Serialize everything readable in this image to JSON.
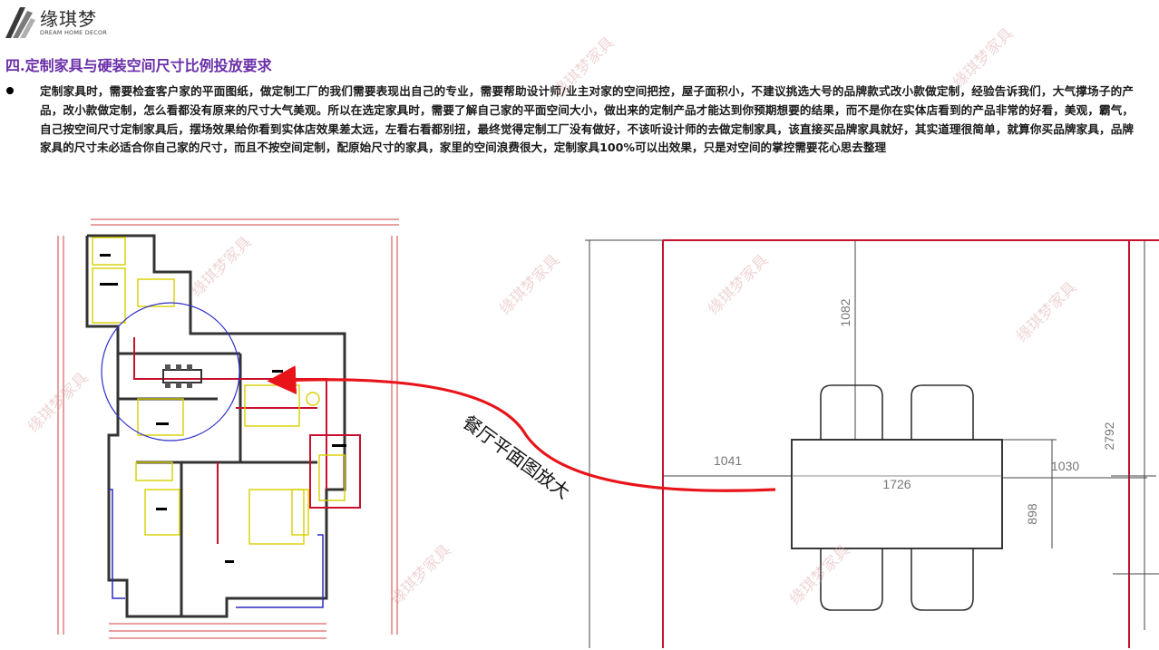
{
  "logo": {
    "name": "缘琪梦",
    "subtitle": "DREAM HOME DECOR"
  },
  "section": {
    "title": "四.定制家具与硬装空间尺寸比例投放要求"
  },
  "body": {
    "paragraph": "定制家具时，需要检查客户家的平面图纸，做定制工厂的我们需要表现出自己的专业，需要帮助设计师/业主对家的空间把控，屋子面积小，不建议挑选大号的品牌款式改小款做定制，经验告诉我们，大气撑场子的产品，改小款做定制，怎么看都没有原来的尺寸大气美观。所以在选定家具时，需要了解自己家的平面空间大小，做出来的定制产品才能达到你预期想要的结果，而不是你在实体店看到的产品非常的好看，美观，霸气，自己按空间尺寸定制家具后，摆场效果给你看到实体店效果差太远，左看右看都别扭，最终觉得定制工厂没有做好，不该听设计师的去做定制家具，该直接买品牌家具就好，其实道理很简单，就算你买品牌家具，品牌家具的尺寸未必适合你自己家的尺寸，而且不按空间定制，配原始尺寸的家具，家里的空间浪费很大，定制家具100%可以出效果，只是对空间的掌控需要花心思去整理"
  },
  "annotation": {
    "label": "餐厅平面图放大"
  },
  "dimensions": {
    "d1082": "1082",
    "d2792": "2792",
    "d1041": "1041",
    "d1726": "1726",
    "d1030": "1030",
    "d898": "898"
  },
  "watermark": {
    "text": "缘琪梦家具"
  },
  "colors": {
    "title_purple": "#6a2fa8",
    "arrow_red": "#e8141a",
    "wall_red": "#c8102e",
    "circle_blue": "#3030c8",
    "plan_yellow": "#e8e000"
  }
}
